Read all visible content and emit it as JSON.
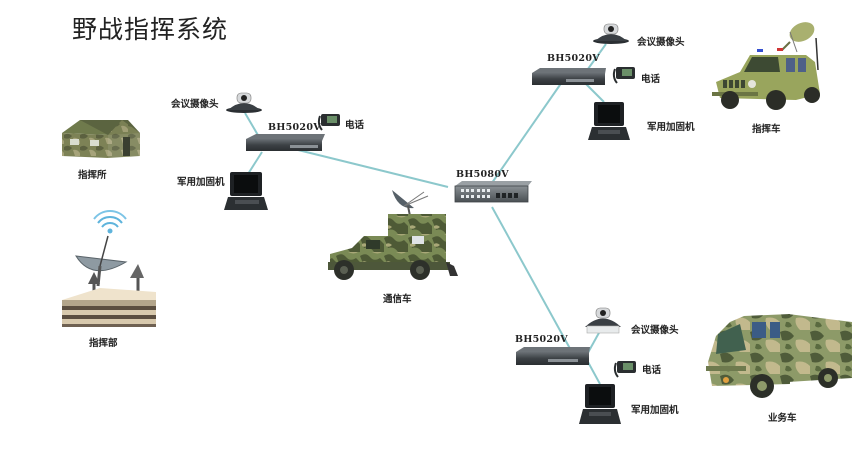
{
  "title": "野战指挥系统",
  "colors": {
    "link": "#8cc8cc",
    "device_dark": "#3f4448",
    "camo_green": "#6f7d4a",
    "vehicle_green": "#98a55e"
  },
  "nodes": {
    "command_post": {
      "label": "指挥所",
      "icon": "tent-icon"
    },
    "headquarters": {
      "label": "指挥部",
      "icon": "satellite-building-icon"
    },
    "comm_vehicle": {
      "label": "通信车",
      "icon": "comm-truck-icon"
    },
    "command_vehicle": {
      "label": "指挥车",
      "icon": "jeep-icon"
    },
    "service_vehicle": {
      "label": "业务车",
      "icon": "truck-icon"
    },
    "hub": {
      "model": "BH5080V",
      "icon": "rack-switch-icon"
    },
    "terminal_left": {
      "model": "BH5020V",
      "camera": "会议摄像头",
      "phone": "电话",
      "laptop": "军用加固机"
    },
    "terminal_top_right": {
      "model": "BH5020V",
      "camera": "会议摄像头",
      "phone": "电话",
      "laptop": "军用加固机"
    },
    "terminal_bottom_right": {
      "model": "BH5020V",
      "camera": "会议摄像头",
      "phone": "电话",
      "laptop": "军用加固机"
    }
  },
  "links": [
    {
      "from": "terminal_left",
      "to": "hub"
    },
    {
      "from": "terminal_top_right",
      "to": "hub"
    },
    {
      "from": "terminal_bottom_right",
      "to": "hub"
    }
  ]
}
